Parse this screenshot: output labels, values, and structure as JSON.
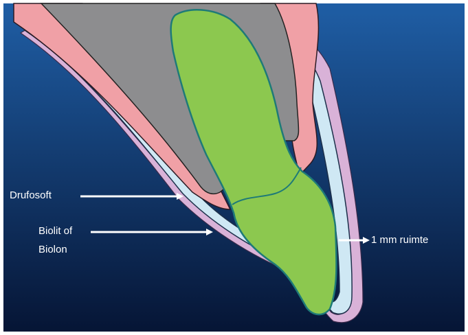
{
  "colors": {
    "background_top": "#1f5ea5",
    "background_bottom": "#061535",
    "frame": "#ffffff",
    "drufosoft_layer": "#f0a0a6",
    "biolit_layer": "#cfe8f4",
    "outer_film": "#d9b2d8",
    "root_core": "#8d8d8f",
    "tooth": "#8cc84f",
    "tooth_outline": "#1e7a78",
    "label_text": "#ffffff"
  },
  "labels": {
    "drufosoft": "Drufosoft",
    "biolit_line1": "Biolit of",
    "biolit_line2": "Biolon",
    "ruimte": "1 mm ruimte"
  }
}
